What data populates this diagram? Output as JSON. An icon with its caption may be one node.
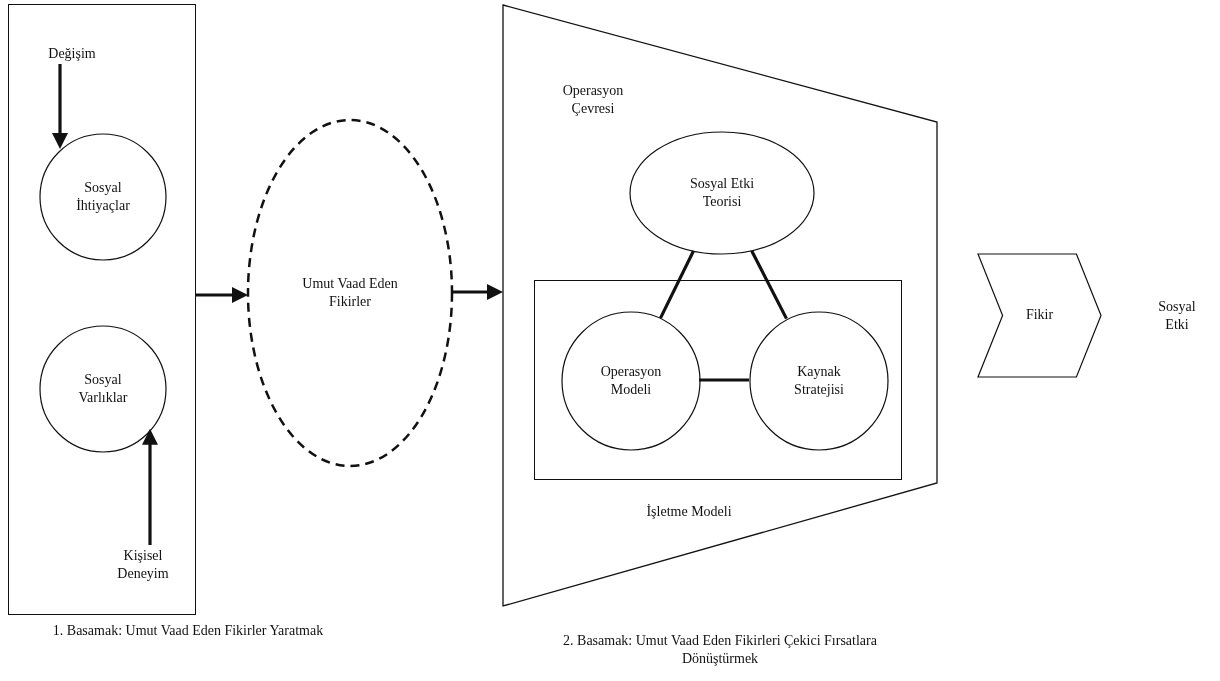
{
  "diagram": {
    "nodes": [
      {
        "text": [],
        "shape": "box"
      },
      {
        "text": [
          "Değişim"
        ],
        "in": 0
      },
      {
        "text": [
          "Sosyal İhtiyaçlar"
        ],
        "in": 0
      },
      {
        "text": [
          "Sosyal Varlıklar"
        ],
        "in": 0
      },
      {
        "text": [
          "Kişisel Deneyim"
        ],
        "in": 0
      },
      {
        "text": [
          "Umut Vaad Eden Fikirler"
        ]
      },
      {
        "text": [
          "Operasyon Çevresi"
        ]
      },
      {
        "text": [
          "Sosyal Etki Teorisi"
        ],
        "in": 6
      },
      {
        "text": [
          "İşletme Modeli"
        ],
        "in": 6
      },
      {
        "text": [
          "Operasyon Modeli"
        ],
        "in": 8
      },
      {
        "text": [
          "Kaynak Stratejisi"
        ],
        "in": 8
      },
      {
        "text": [
          "Fikir"
        ]
      },
      {
        "text": [
          "Sosyal Etki"
        ]
      }
    ],
    "edges": [
      {
        "from": 1,
        "to": 2,
        "arrow": "to"
      },
      {
        "from": 4,
        "to": 3,
        "arrow": "to"
      },
      {
        "from": 0,
        "to": 5,
        "arrow": "to"
      },
      {
        "from": 5,
        "to": 6,
        "arrow": "to"
      },
      {
        "from": 7,
        "to": 9,
        "arrow": "none"
      },
      {
        "from": 7,
        "to": 10,
        "arrow": "none"
      },
      {
        "from": 9,
        "to": 10,
        "arrow": "none"
      }
    ],
    "labels": [
      "1. Basamak: Umut Vaad Eden Fikirler Yaratmak",
      "2. Basamak: Umut Vaad Eden Fikirleri Çekici Fırsatlara Dönüştürmek"
    ]
  }
}
